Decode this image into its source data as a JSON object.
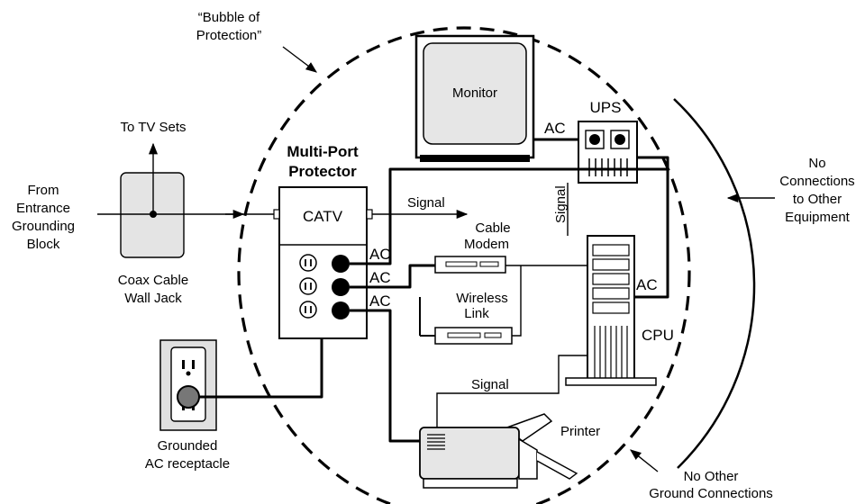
{
  "labels": {
    "bubble": [
      "“Bubble of",
      "Protection”"
    ],
    "to_tv": "To TV Sets",
    "from_entrance": [
      "From",
      "Entrance",
      "Grounding",
      "Block"
    ],
    "wall_jack": [
      "Coax Cable",
      "Wall Jack"
    ],
    "protector_title": [
      "Multi-Port",
      "Protector"
    ],
    "catv": "CATV",
    "signal": "Signal",
    "ac": "AC",
    "monitor": "Monitor",
    "ups": "UPS",
    "cable_modem": [
      "Cable",
      "Modem"
    ],
    "wireless_link": [
      "Wireless",
      "Link"
    ],
    "cpu": "CPU",
    "printer": "Printer",
    "receptacle": [
      "Grounded",
      "AC receptacle"
    ],
    "no_connections": [
      "No",
      "Connections",
      "to Other",
      "Equipment"
    ],
    "no_ground": [
      "No Other",
      "Ground Connections"
    ]
  },
  "icons": [
    "monitor-icon",
    "ups-icon",
    "cable-modem-icon",
    "wireless-router-icon",
    "cpu-tower-icon",
    "printer-icon",
    "wall-jack-icon",
    "ac-receptacle-icon",
    "outlet-icon",
    "plug-icon"
  ]
}
